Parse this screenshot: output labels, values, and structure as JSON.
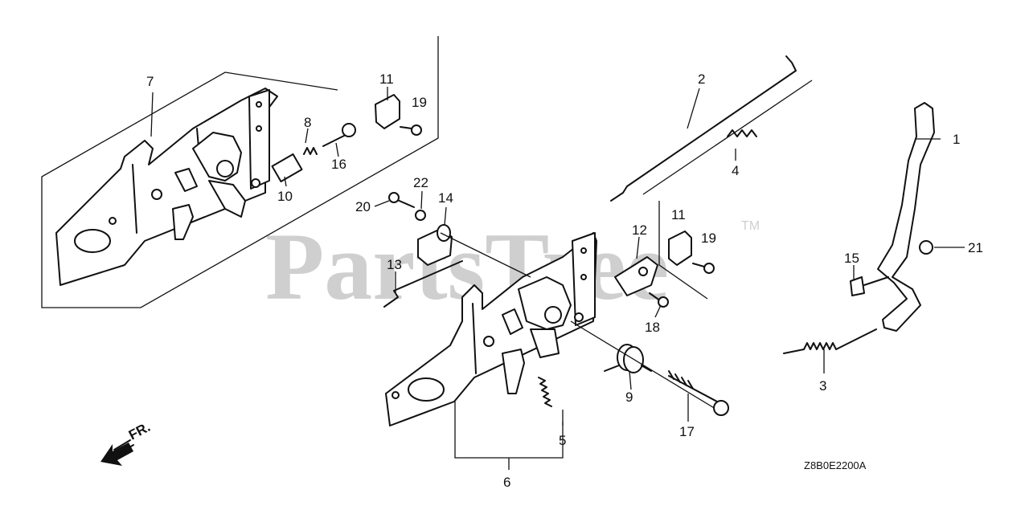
{
  "watermark": {
    "text": "PartsTree",
    "trademark": "TM"
  },
  "diagram_code": "Z8B0E2200A",
  "direction_label": "FR.",
  "callouts": [
    "1",
    "2",
    "3",
    "4",
    "5",
    "6",
    "7",
    "8",
    "9",
    "10",
    "11",
    "12",
    "13",
    "14",
    "15",
    "16",
    "17",
    "18",
    "19",
    "20",
    "21",
    "22"
  ],
  "duplicate_callouts": {
    "11b": "11",
    "19b": "19"
  }
}
